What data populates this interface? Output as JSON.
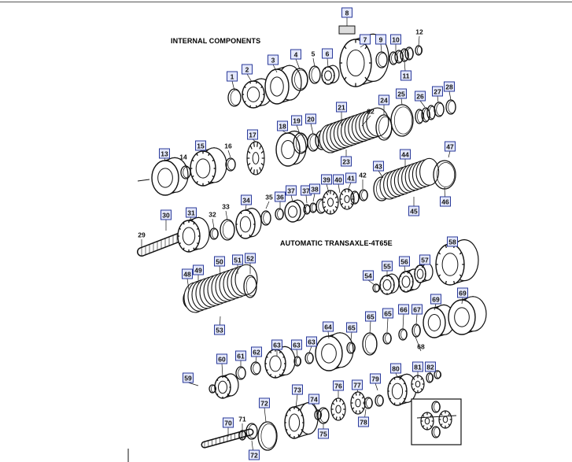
{
  "headings": {
    "internal": "INTERNAL COMPONENTS",
    "transaxle": "AUTOMATIC TRANSAXLE-4T65E"
  },
  "colors": {
    "ink": "#111111",
    "callout_border": "#2a3a9a",
    "callout_fill": "#e4e8fb",
    "callout_text": "#111111"
  },
  "callouts": [
    "1",
    "2",
    "3",
    "4",
    "5",
    "6",
    "7",
    "8",
    "9",
    "10",
    "11",
    "12",
    "13",
    "14",
    "15",
    "16",
    "17",
    "18",
    "19",
    "20",
    "21",
    "22",
    "23",
    "24",
    "25",
    "26",
    "27",
    "28",
    "29",
    "30",
    "31",
    "32",
    "33",
    "34",
    "35",
    "36",
    "37",
    "37",
    "38",
    "39",
    "40",
    "41",
    "42",
    "43",
    "44",
    "45",
    "46",
    "47",
    "48",
    "49",
    "50",
    "51",
    "52",
    "53",
    "54",
    "55",
    "56",
    "57",
    "58",
    "59",
    "60",
    "61",
    "62",
    "63",
    "63",
    "63",
    "64",
    "65",
    "65",
    "65",
    "66",
    "67",
    "68",
    "69",
    "69",
    "70",
    "71",
    "72",
    "72",
    "73",
    "74",
    "75",
    "76",
    "77",
    "78",
    "79",
    "80",
    "81",
    "82"
  ]
}
